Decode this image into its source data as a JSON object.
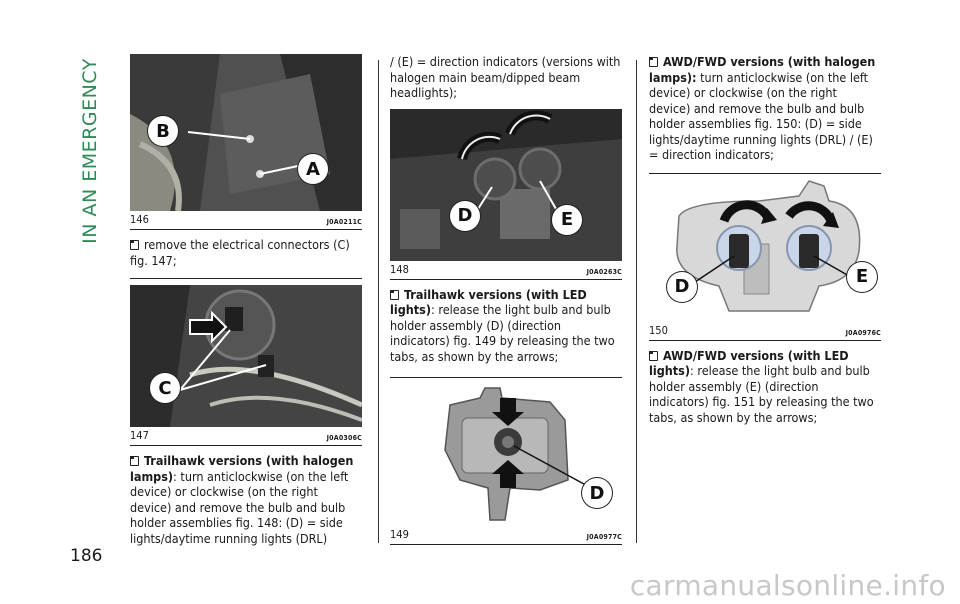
{
  "side_title": "IN AN EMERGENCY",
  "page_number": "186",
  "watermark": "carmanualsonline.info",
  "colors": {
    "side_title": "#2e8b57"
  },
  "figures": {
    "f146": {
      "num": "146",
      "code": "J0A0211C",
      "labels": [
        "B",
        "A"
      ]
    },
    "f147": {
      "num": "147",
      "code": "J0A0306C",
      "labels": [
        "C"
      ]
    },
    "f148": {
      "num": "148",
      "code": "J0A0263C",
      "labels": [
        "D",
        "E"
      ]
    },
    "f149": {
      "num": "149",
      "code": "J0A0977C",
      "labels": [
        "D"
      ]
    },
    "f150": {
      "num": "150",
      "code": "J0A0976C",
      "labels": [
        "D",
        "E"
      ]
    }
  },
  "text": {
    "p1": "remove the electrical connectors (C) fig. 147;",
    "p2_bold": "Trailhawk versions (with halogen lamps)",
    "p2_rest": ": turn anticlockwise (on the left device) or clockwise (on the right device) and remove the bulb and bulb holder assemblies fig. 148: (D) = side lights/daytime running lights (DRL)",
    "p3": "/ (E) = direction indicators (versions with halogen main beam/dipped beam headlights);",
    "p4_bold": "Trailhawk versions (with LED lights)",
    "p4_rest": ": release the light bulb and bulb holder assembly (D) (direction indicators) fig. 149 by releasing the two tabs, as shown by the arrows;",
    "p5_bold": "AWD/FWD versions (with halogen lamps):",
    "p5_rest": " turn anticlockwise (on the left device) or clockwise (on the right device) and remove the bulb and bulb holder assemblies fig. 150: (D) = side lights/daytime running lights (DRL) / (E) = direction indicators;",
    "p6_bold": "AWD/FWD versions (with LED lights)",
    "p6_rest": ": release the light bulb and bulb holder assembly (E) (direction indicators) fig. 151 by releasing the two tabs, as shown by the arrows;"
  }
}
